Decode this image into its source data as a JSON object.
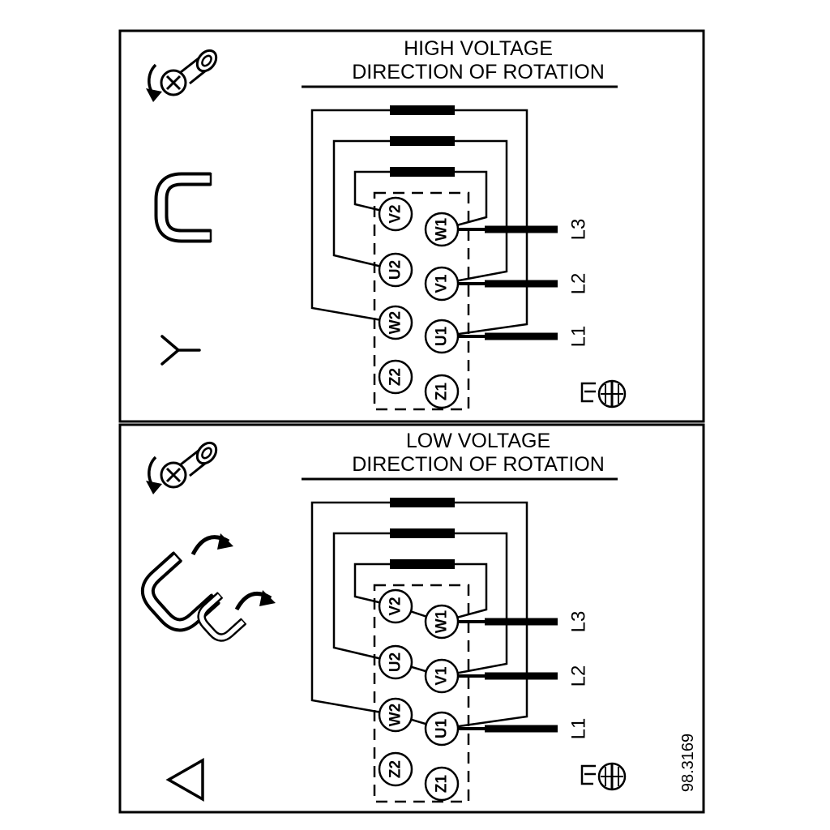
{
  "figure_number": "98.3169",
  "colors": {
    "ink": "#000000",
    "paper": "#ffffff"
  },
  "icons": {
    "screw": "screw-with-rotation-arrow",
    "jumper": "terminal-jumper-link",
    "jumper_move": "jumper-reposition-arrows",
    "star": "star-connection-symbol",
    "delta": "delta-connection-symbol",
    "ground": "ground-screw"
  },
  "panels": [
    {
      "title_line1": "HIGH VOLTAGE",
      "title_line2": "DIRECTION OF ROTATION",
      "connection_symbol": "star",
      "terminals": {
        "left": [
          "V2",
          "U2",
          "W2",
          "Z2"
        ],
        "right": [
          "W1",
          "V1",
          "U1",
          "Z1"
        ]
      },
      "lines": [
        "L3",
        "L2",
        "L1"
      ]
    },
    {
      "title_line1": "LOW VOLTAGE",
      "title_line2": "DIRECTION OF ROTATION",
      "connection_symbol": "delta",
      "terminals": {
        "left": [
          "V2",
          "U2",
          "W2",
          "Z2"
        ],
        "right": [
          "W1",
          "V1",
          "U1",
          "Z1"
        ]
      },
      "lines": [
        "L3",
        "L2",
        "L1"
      ]
    }
  ]
}
